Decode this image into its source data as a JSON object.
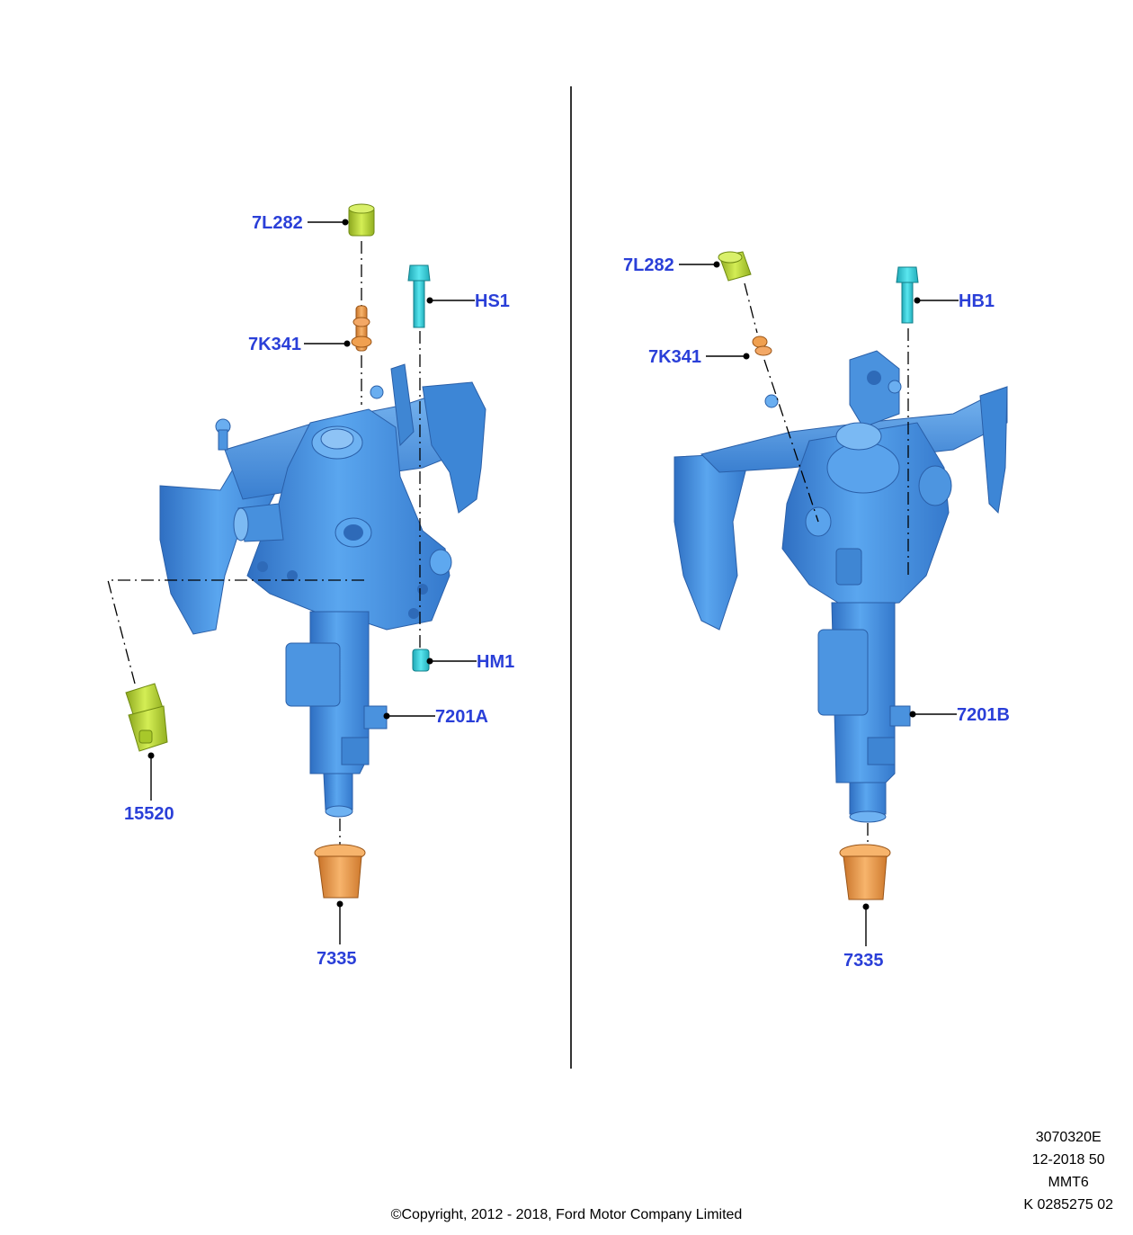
{
  "colors": {
    "housing": "#4d9ae8",
    "housing_dark": "#2f6fc2",
    "housing_light": "#8ec3f5",
    "fastener_cyan": "#35d1dc",
    "green_part": "#b8d635",
    "orange_part": "#f0a050",
    "label_blue": "#2a3fd8"
  },
  "left_view": {
    "labels": {
      "cap": "7L282",
      "pin": "7K341",
      "bolt": "HS1",
      "nut": "HM1",
      "switch": "15520",
      "housing": "7201A",
      "seal": "7335"
    }
  },
  "right_view": {
    "labels": {
      "cap": "7L282",
      "pin": "7K341",
      "bolt": "HB1",
      "housing": "7201B",
      "seal": "7335"
    }
  },
  "meta": {
    "line1": "3070320E",
    "line2": "12-2018 50",
    "line3": "MMT6",
    "line4": "K 0285275 02"
  },
  "copyright": "©Copyright, 2012 - 2018, Ford Motor Company Limited"
}
